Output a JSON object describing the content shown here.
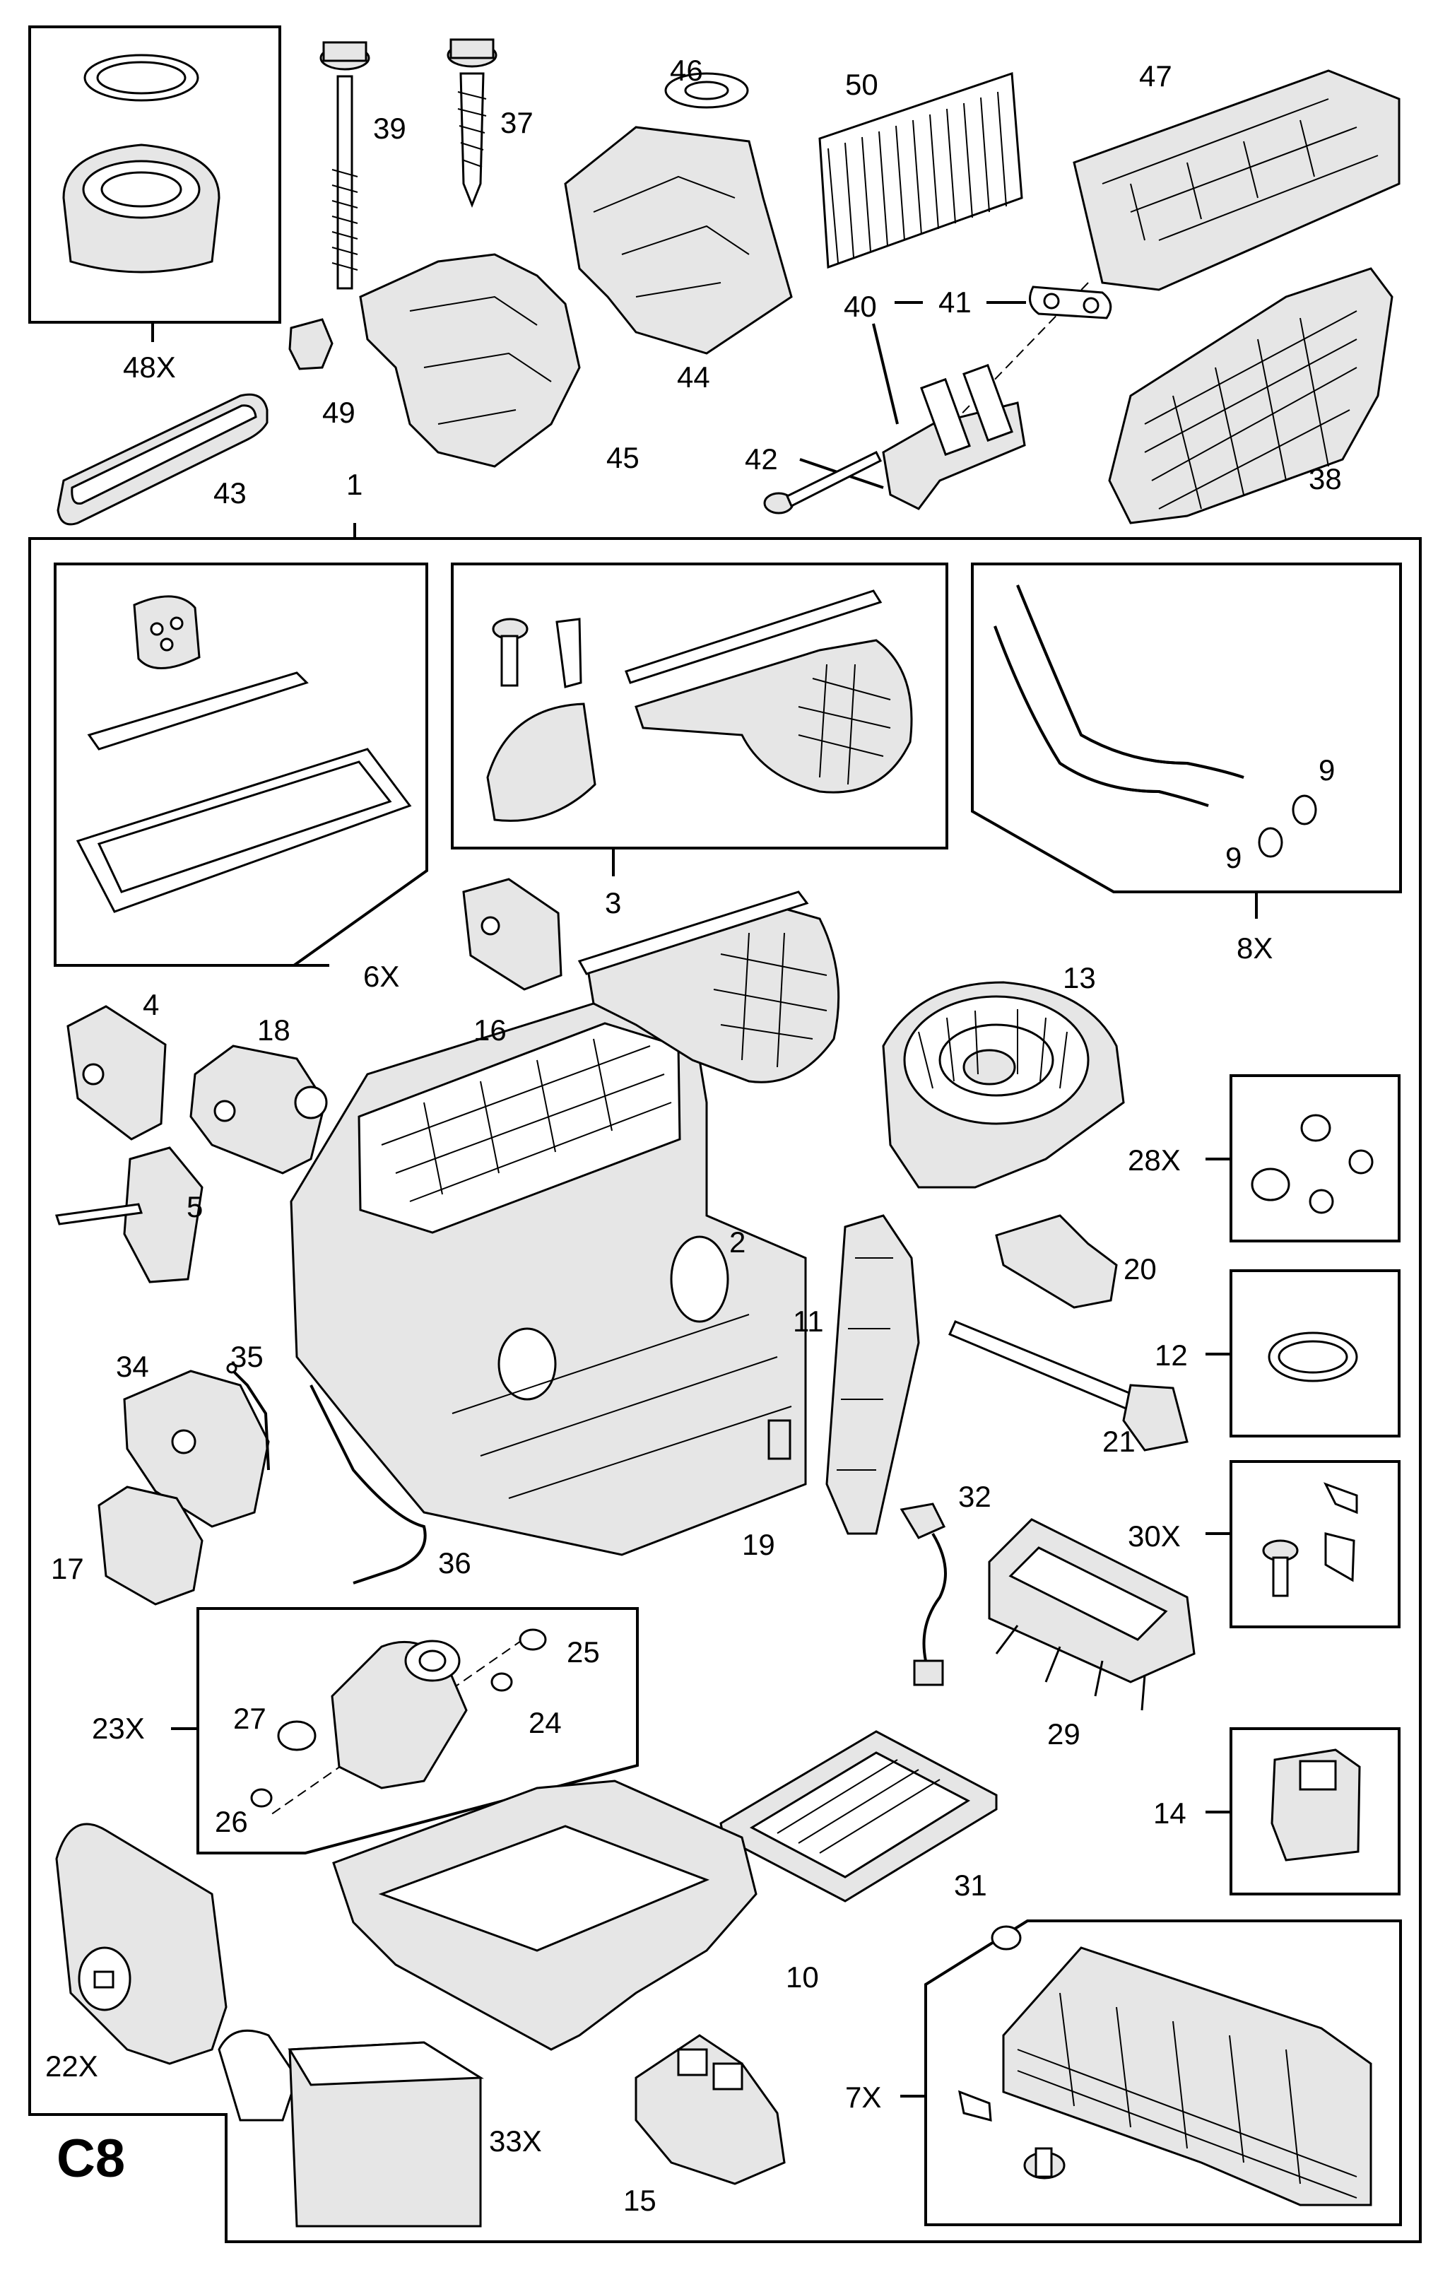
{
  "diagram": {
    "page_code": "C8",
    "callouts": [
      {
        "id": "48X"
      },
      {
        "id": "43"
      },
      {
        "id": "39"
      },
      {
        "id": "37"
      },
      {
        "id": "49"
      },
      {
        "id": "46"
      },
      {
        "id": "44"
      },
      {
        "id": "45"
      },
      {
        "id": "50"
      },
      {
        "id": "47"
      },
      {
        "id": "40"
      },
      {
        "id": "41"
      },
      {
        "id": "42"
      },
      {
        "id": "38"
      },
      {
        "id": "1"
      },
      {
        "id": "6X"
      },
      {
        "id": "3"
      },
      {
        "id": "8X"
      },
      {
        "id": "9"
      },
      {
        "id": "9b"
      },
      {
        "id": "4"
      },
      {
        "id": "18"
      },
      {
        "id": "16"
      },
      {
        "id": "13"
      },
      {
        "id": "5"
      },
      {
        "id": "28X"
      },
      {
        "id": "2"
      },
      {
        "id": "20"
      },
      {
        "id": "11"
      },
      {
        "id": "12"
      },
      {
        "id": "34"
      },
      {
        "id": "35"
      },
      {
        "id": "21"
      },
      {
        "id": "32"
      },
      {
        "id": "30X"
      },
      {
        "id": "17"
      },
      {
        "id": "36"
      },
      {
        "id": "19"
      },
      {
        "id": "25"
      },
      {
        "id": "23X"
      },
      {
        "id": "27"
      },
      {
        "id": "24"
      },
      {
        "id": "26"
      },
      {
        "id": "29"
      },
      {
        "id": "14"
      },
      {
        "id": "31"
      },
      {
        "id": "10"
      },
      {
        "id": "22X"
      },
      {
        "id": "7X"
      },
      {
        "id": "33X"
      },
      {
        "id": "15"
      }
    ],
    "labels": {
      "48X": "48X",
      "43": "43",
      "39": "39",
      "37": "37",
      "49": "49",
      "46": "46",
      "44": "44",
      "45": "45",
      "50": "50",
      "47": "47",
      "40": "40",
      "41": "41",
      "42": "42",
      "38": "38",
      "1": "1",
      "6X": "6X",
      "3": "3",
      "8X": "8X",
      "9": "9",
      "9b": "9",
      "4": "4",
      "18": "18",
      "16": "16",
      "13": "13",
      "5": "5",
      "28X": "28X",
      "2": "2",
      "20": "20",
      "11": "11",
      "12": "12",
      "34": "34",
      "35": "35",
      "21": "21",
      "32": "32",
      "30X": "30X",
      "17": "17",
      "36": "36",
      "19": "19",
      "25": "25",
      "23X": "23X",
      "27": "27",
      "24": "24",
      "26": "26",
      "29": "29",
      "14": "14",
      "31": "31",
      "10": "10",
      "22X": "22X",
      "7X": "7X",
      "33X": "33X",
      "15": "15"
    }
  }
}
